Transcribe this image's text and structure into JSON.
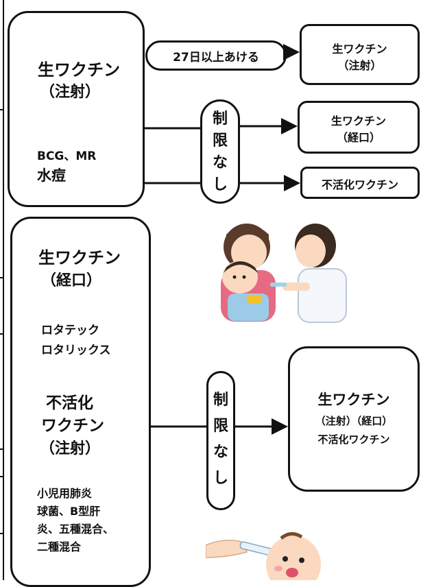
{
  "top": {
    "source": {
      "title_line1": "生ワクチン",
      "title_line2": "（注射）",
      "examples_line1": "BCG、MR",
      "examples_line2": "水痘"
    },
    "interval_pill": "27日以上あける",
    "no_limit_pill": [
      "制",
      "限",
      "な",
      "し"
    ],
    "targets": [
      {
        "line1": "生ワクチン",
        "line2": "（注射）"
      },
      {
        "line1": "生ワクチン",
        "line2": "（経口）"
      },
      {
        "line1": "不活化ワクチン"
      }
    ]
  },
  "bottom": {
    "source": {
      "oral_title_line1": "生ワクチン",
      "oral_title_line2": "（経口）",
      "oral_examples_line1": "ロタテック",
      "oral_examples_line2": "ロタリックス",
      "inactivated_line1": "不活化",
      "inactivated_line2": "ワクチン",
      "inactivated_line3": "（注射）",
      "inactivated_examples": [
        "小児用肺炎",
        "球菌、B型肝",
        "炎、五種混合、",
        "二種混合"
      ]
    },
    "no_limit_pill": [
      "制",
      "限",
      "な",
      "し"
    ],
    "target": {
      "line1": "生ワクチン",
      "line2": "（注射）（経口）",
      "line3": "不活化ワクチン"
    }
  }
}
